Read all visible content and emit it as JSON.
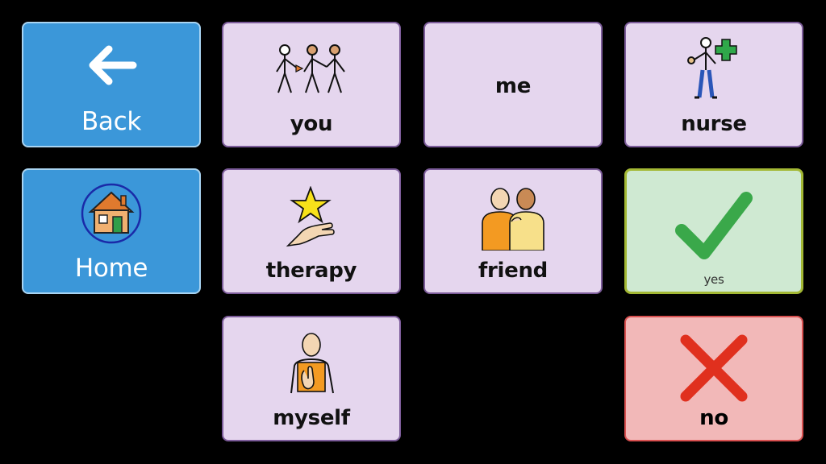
{
  "grid": {
    "back": {
      "label": "Back",
      "icon": "left-arrow-icon"
    },
    "home": {
      "label": "Home",
      "icon": "house-icon"
    },
    "you": {
      "label": "you",
      "icon": "people-pointing-icon"
    },
    "me": {
      "label": "me"
    },
    "nurse": {
      "label": "nurse",
      "icon": "nurse-icon"
    },
    "therapy": {
      "label": "therapy",
      "icon": "star-hand-icon"
    },
    "friend": {
      "label": "friend",
      "icon": "friends-icon"
    },
    "yes": {
      "label": "yes",
      "icon": "checkmark-icon"
    },
    "myself": {
      "label": "myself",
      "icon": "person-self-icon"
    },
    "no": {
      "label": "no",
      "icon": "cross-icon"
    }
  },
  "colors": {
    "nav_bg": "#3b97d9",
    "word_bg": "#e5d6ee",
    "yes_bg": "#cfe9d2",
    "no_bg": "#f2b8b8",
    "check_green": "#3aa84a",
    "cross_red": "#e0301e"
  }
}
